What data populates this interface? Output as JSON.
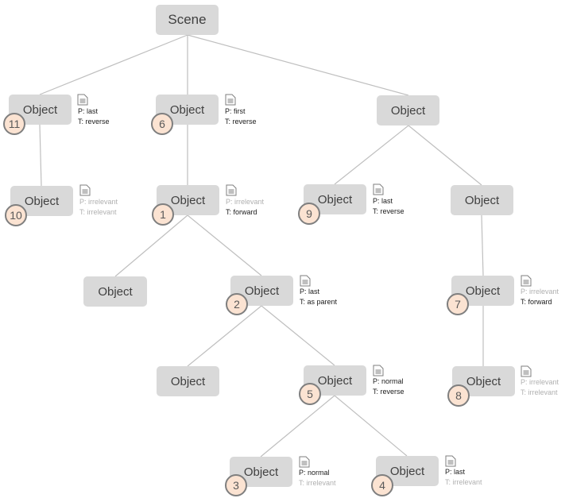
{
  "scene": {
    "label": "Scene"
  },
  "objects": {
    "n11": {
      "label": "Object",
      "badge": "11",
      "p": "P: last",
      "t": "T: reverse",
      "p_dim": false,
      "t_dim": false
    },
    "n10": {
      "label": "Object",
      "badge": "10",
      "p": "P: irrelevant",
      "t": "T: irrelevant",
      "p_dim": true,
      "t_dim": true
    },
    "n6": {
      "label": "Object",
      "badge": "6",
      "p": "P: first",
      "t": "T: reverse",
      "p_dim": false,
      "t_dim": false
    },
    "n1": {
      "label": "Object",
      "badge": "1",
      "p": "P: irrelevant",
      "t": "T: forward",
      "p_dim": true,
      "t_dim": false
    },
    "nA": {
      "label": "Object"
    },
    "n2": {
      "label": "Object",
      "badge": "2",
      "p": "P: last",
      "t": "T: as parent",
      "p_dim": false,
      "t_dim": false
    },
    "nB": {
      "label": "Object"
    },
    "n5": {
      "label": "Object",
      "badge": "5",
      "p": "P: normal",
      "t": "T: reverse",
      "p_dim": false,
      "t_dim": false
    },
    "n3": {
      "label": "Object",
      "badge": "3",
      "p": "P: normal",
      "t": "T: irrelevant",
      "p_dim": false,
      "t_dim": true
    },
    "n4": {
      "label": "Object",
      "badge": "4",
      "p": "P: last",
      "t": "T: irrelevant",
      "p_dim": false,
      "t_dim": true
    },
    "nC": {
      "label": "Object"
    },
    "n9": {
      "label": "Object",
      "badge": "9",
      "p": "P: last",
      "t": "T: reverse",
      "p_dim": false,
      "t_dim": false
    },
    "nD": {
      "label": "Object"
    },
    "n7": {
      "label": "Object",
      "badge": "7",
      "p": "P: irrelevant",
      "t": "T: forward",
      "p_dim": true,
      "t_dim": false
    },
    "n8": {
      "label": "Object",
      "badge": "8",
      "p": "P: irrelevant",
      "t": "T: irrelevant",
      "p_dim": true,
      "t_dim": true
    }
  },
  "colors": {
    "node_fill": "#d9d9d9",
    "edge": "#bfbfbf",
    "badge_fill": "#fbe3d2",
    "badge_border": "#7f7f7f",
    "text_active": "#1a1a1a",
    "text_irrelevant": "#b0b0b0"
  },
  "icons": {
    "note": "document-icon"
  }
}
